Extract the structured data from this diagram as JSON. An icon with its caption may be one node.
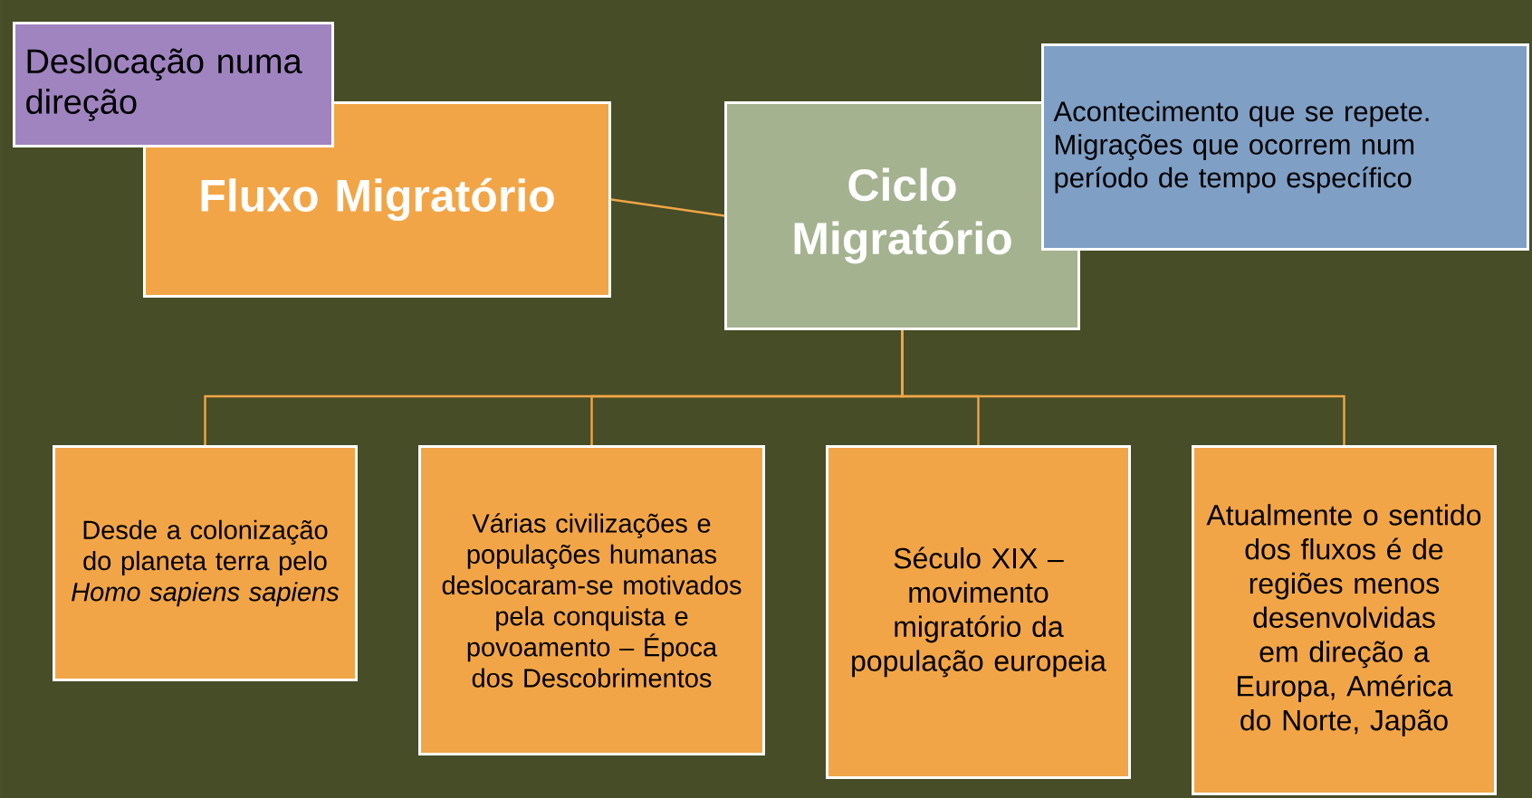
{
  "diagram": {
    "nodes": [
      {
        "text": [
          "Deslocação numa direção"
        ]
      },
      {
        "text": [
          "Fluxo Migratório"
        ]
      },
      {
        "text": [
          "Ciclo Migratório"
        ]
      },
      {
        "text": [
          "Acontecimento que se repete. Migrações que ocorrem num período de tempo específico"
        ]
      },
      {
        "text": [
          "Desde a colonização do planeta terra pelo *Homo sapiens sapiens*"
        ]
      },
      {
        "text": [
          "Várias civilizações e populações humanas deslocaram-se motivados pela conquista e povoamento – Época dos Descobrimentos"
        ]
      },
      {
        "text": [
          "Século XIX – movimento migratório da população europeia"
        ]
      },
      {
        "text": [
          "Atualmente o sentido dos fluxos é de regiões menos desenvolvidas em direção a Europa, América do Norte, Japão"
        ]
      }
    ],
    "edges": [
      {
        "from": 1,
        "to": 2,
        "arrow": "none"
      },
      {
        "from": 2,
        "to": 4,
        "arrow": "none"
      },
      {
        "from": 2,
        "to": 5,
        "arrow": "none"
      },
      {
        "from": 2,
        "to": 6,
        "arrow": "none"
      },
      {
        "from": 2,
        "to": 7,
        "arrow": "none"
      }
    ]
  }
}
